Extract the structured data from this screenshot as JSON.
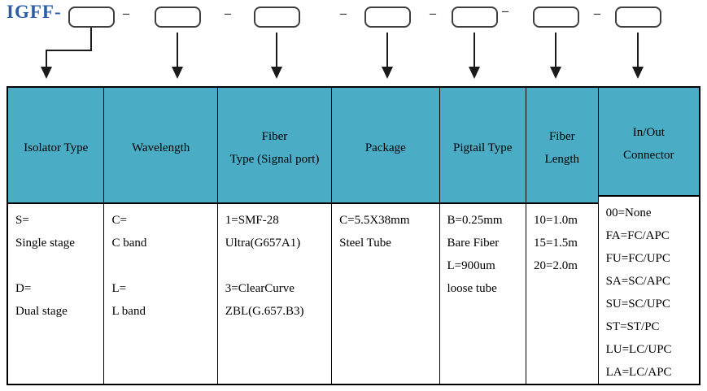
{
  "title": {
    "prefix": "IGFF-"
  },
  "code_builder": {
    "separator": "–",
    "boxes": [
      "isolator-type",
      "wavelength",
      "fiber-type",
      "package",
      "pigtail-type",
      "fiber-length",
      "in-out-connector"
    ]
  },
  "table": {
    "columns": [
      {
        "header": [
          "Isolator Type"
        ],
        "body": [
          "S=",
          "Single stage",
          "",
          "D=",
          "Dual stage"
        ]
      },
      {
        "header": [
          "Wavelength"
        ],
        "body": [
          "C=",
          "C band",
          "",
          "L=",
          "L band"
        ]
      },
      {
        "header": [
          "Fiber",
          "Type (Signal port)"
        ],
        "body": [
          "1=SMF-28",
          "Ultra(G657A1)",
          "",
          "3=ClearCurve",
          "ZBL(G.657.B3)"
        ]
      },
      {
        "header": [
          "Package"
        ],
        "body": [
          "C=5.5X38mm",
          "Steel Tube"
        ]
      },
      {
        "header": [
          "Pigtail Type"
        ],
        "body": [
          "B=0.25mm",
          "Bare Fiber",
          "L=900um",
          "loose tube"
        ]
      },
      {
        "header": [
          "Fiber",
          "Length"
        ],
        "body": [
          "10=1.0m",
          "15=1.5m",
          "20=2.0m"
        ]
      },
      {
        "header": [
          "In/Out",
          "Connector"
        ],
        "body": [
          "00=None",
          "FA=FC/APC",
          "FU=FC/UPC",
          "SA=SC/APC",
          "SU=SC/UPC",
          "ST=ST/PC",
          "LU=LC/UPC",
          "LA=LC/APC"
        ]
      }
    ]
  },
  "colors": {
    "header_bg": "#4bacc6",
    "title_blue": "#2a5ca8",
    "border": "#000000",
    "box_border": "#3f3f3f"
  }
}
